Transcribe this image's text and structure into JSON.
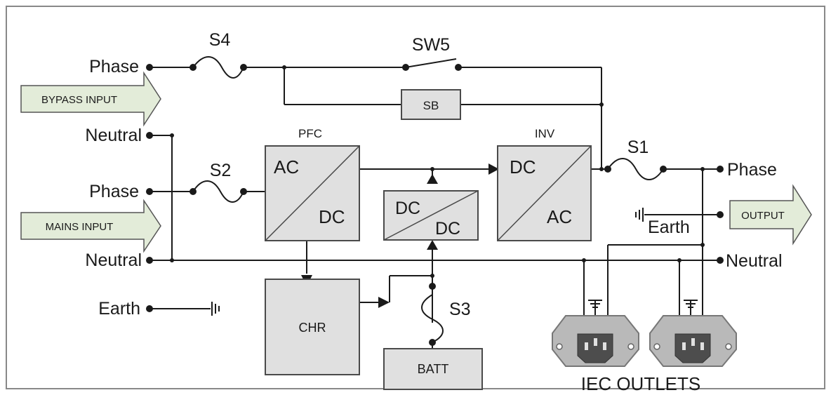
{
  "labels": {
    "phase_bypass": "Phase",
    "neutral_bypass": "Neutral",
    "phase_mains": "Phase",
    "neutral_mains": "Neutral",
    "earth_input": "Earth",
    "phase_out": "Phase",
    "earth_out": "Earth",
    "neutral_out": "Neutral",
    "s1": "S1",
    "s2": "S2",
    "s3": "S3",
    "s4": "S4",
    "sw5": "SW5",
    "pfc": "PFC",
    "inv": "INV",
    "iec": "IEC OUTLETS"
  },
  "arrows": {
    "bypass": "BYPASS INPUT",
    "mains": "MAINS INPUT",
    "output": "OUTPUT"
  },
  "blocks": {
    "sb": "SB",
    "pfc_ac": "AC",
    "pfc_dc": "DC",
    "dcdc_top": "DC",
    "dcdc_bottom": "DC",
    "inv_dc": "DC",
    "inv_ac": "AC",
    "chr": "CHR",
    "batt": "BATT"
  },
  "colors": {
    "arrow_fill": "#e3ecd9",
    "block_fill": "#e0e0e0",
    "wire": "#1a1a1a"
  }
}
